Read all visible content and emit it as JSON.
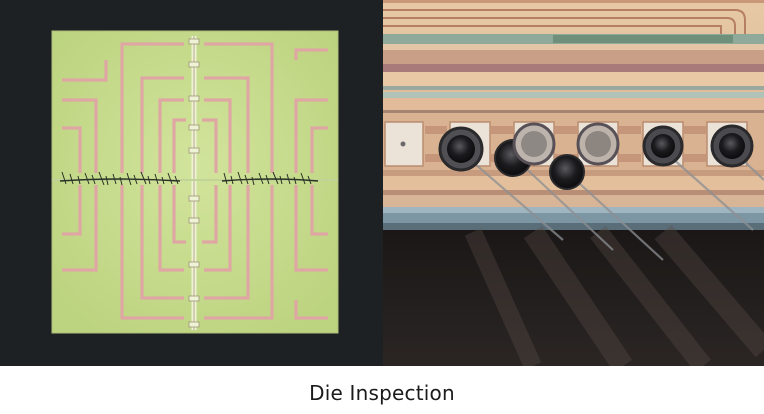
{
  "caption": "Die Inspection",
  "images": [
    {
      "name": "die-overview-photo"
    },
    {
      "name": "bond-pad-closeup-photo",
      "bond_pad_count": 7
    }
  ],
  "colors": {
    "die_green": "#c7dc8f",
    "trace_pink": "#dfa7a4",
    "background_dark": "#1e2124",
    "pad_copper": "#e8b48e"
  }
}
